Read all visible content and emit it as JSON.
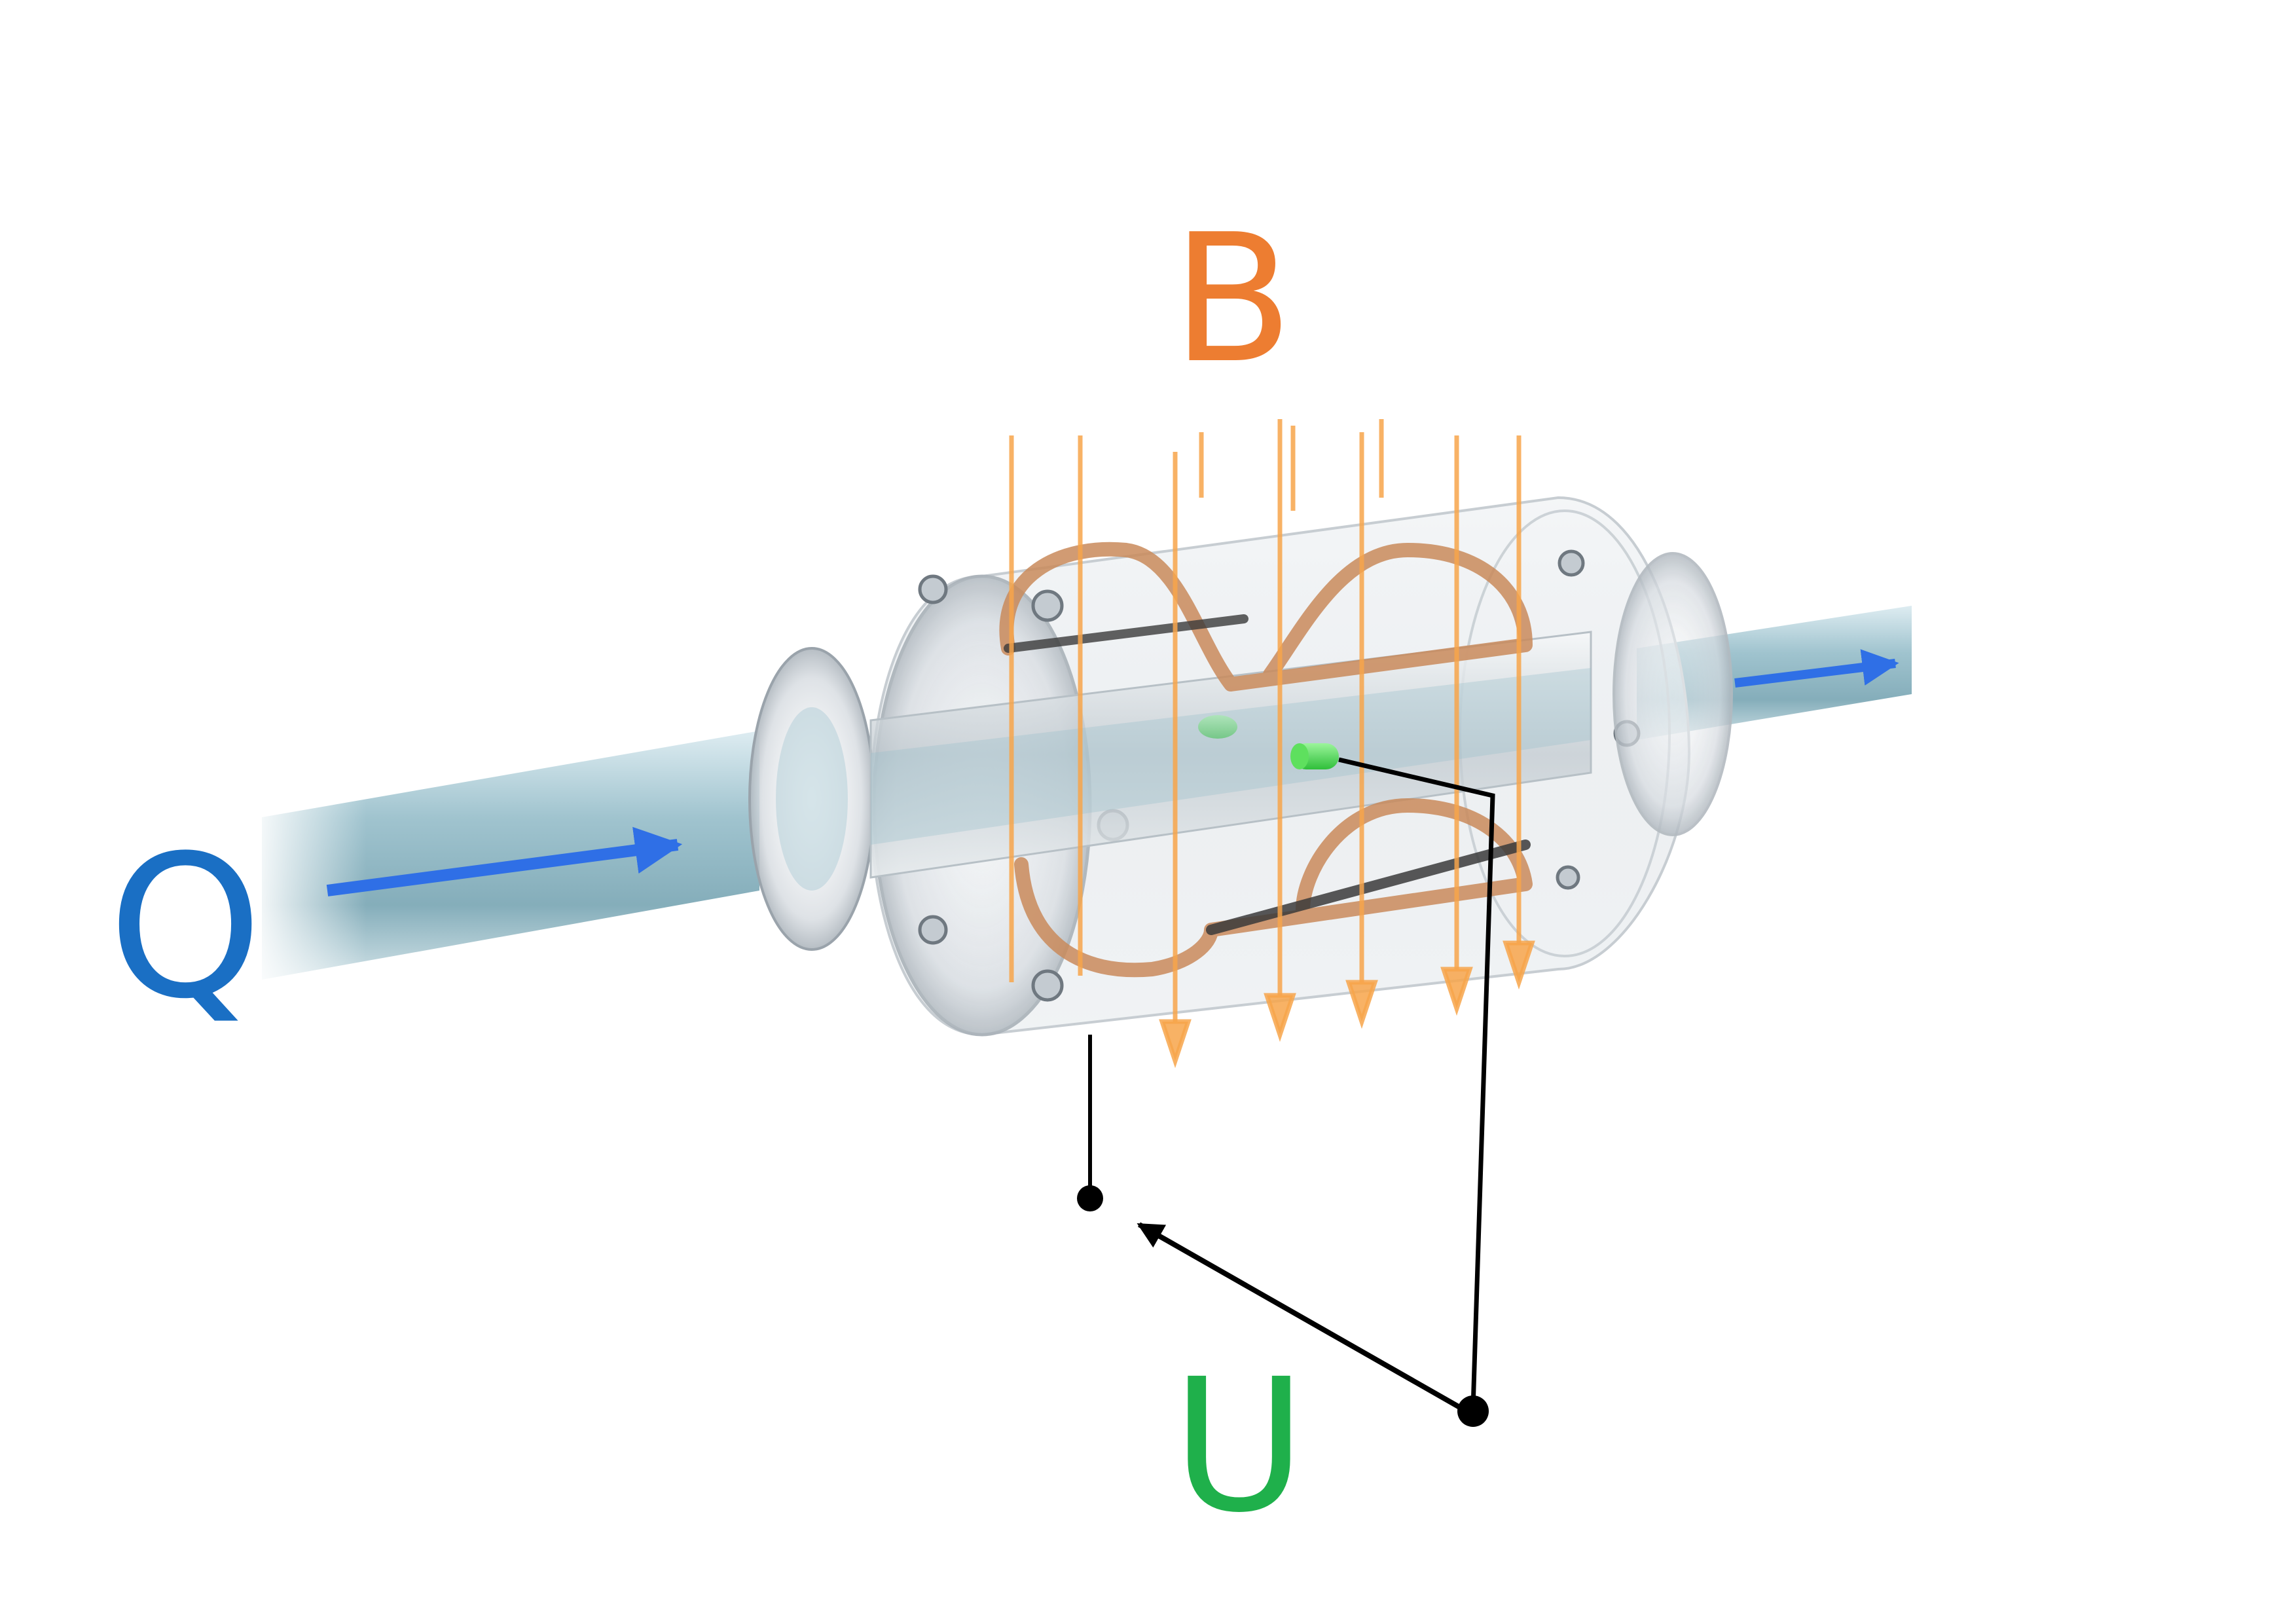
{
  "labels": {
    "flow": "Q",
    "field": "B",
    "voltage": "U"
  },
  "colors": {
    "flow": "#1a6fc4",
    "flow_arrow": "#2f6fe6",
    "field": "#ed7d31",
    "field_lines": "#f7a54a",
    "voltage": "#1fb04b",
    "electrode": "#4fd94f",
    "coil": "#c98a5a",
    "wire": "#000000",
    "pipe_fluid": "#9fc3cf"
  }
}
